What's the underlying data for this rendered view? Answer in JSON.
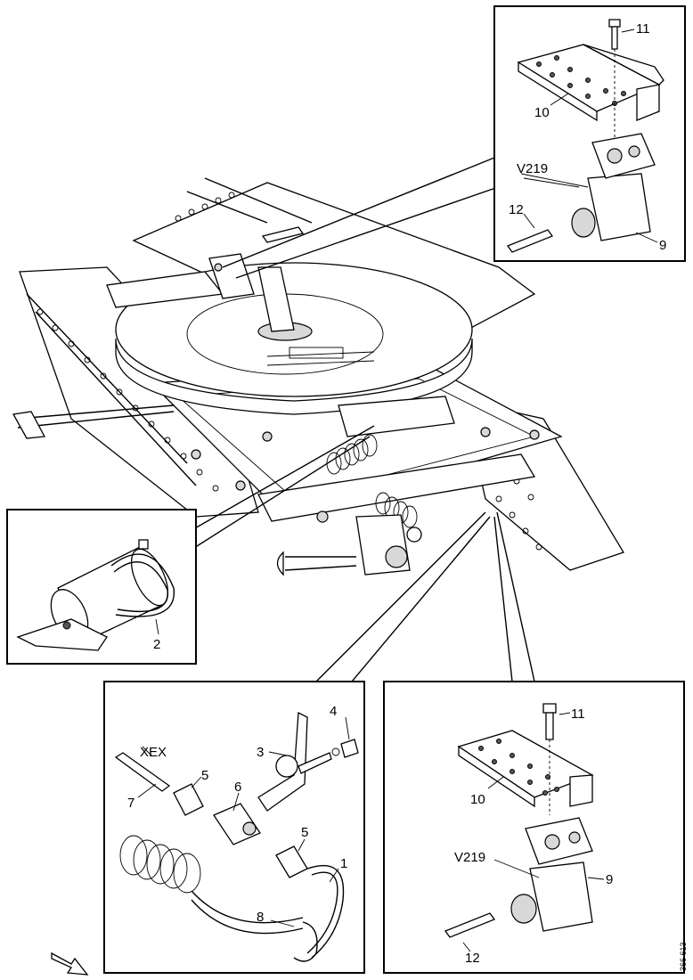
{
  "callouts": {
    "top_inset": {
      "bolt": "11",
      "bracket": "10",
      "valve": "V219",
      "screw": "12",
      "valve_part": "9"
    },
    "left_inset": {
      "clamp": "2"
    },
    "bottom_left_inset": {
      "xex": "XEX",
      "hose": "1",
      "plate": "3",
      "nut": "4",
      "fitting_top": "5",
      "fitting_bottom": "5",
      "block": "6",
      "pipe": "7",
      "clip": "8"
    },
    "bottom_right_inset": {
      "bolt": "11",
      "bracket": "10",
      "valve": "V219",
      "screw": "12",
      "valve_part": "9"
    }
  },
  "figure_code": "366 613"
}
